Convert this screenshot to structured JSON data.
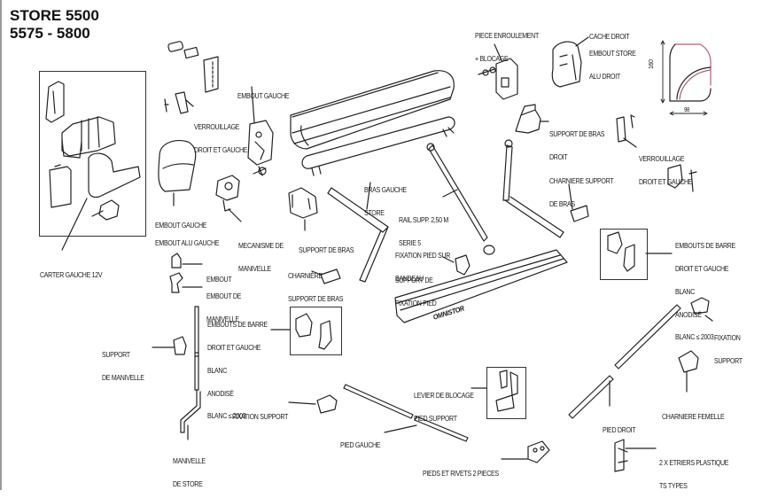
{
  "title": {
    "line1": "STORE 5500",
    "line2": "5575 - 5800"
  },
  "dimensions": {
    "height_label": "160",
    "width_label": "98"
  },
  "brand_mark": "OMNISTOR",
  "labels": {
    "verrouillage_gauche": [
      "VERROUILLAGE",
      "DROIT ET GAUCHE"
    ],
    "embout_gauche_top": [
      "EMBOUT GAUCHE"
    ],
    "embout_gauche": [
      "EMBOUT GAUCHE"
    ],
    "embout_alu_gauche": [
      "EMBOUT ALU GAUCHE"
    ],
    "mecanisme_manivelle": [
      "MECANISME DE",
      "MANIVELLE"
    ],
    "support_de_bras": [
      "SUPPORT DE BRAS"
    ],
    "carter_gauche": [
      "CARTER GAUCHE 12V"
    ],
    "bras_gauche": [
      "BRAS GAUCHE",
      "STORE"
    ],
    "rail_supp": [
      "RAIL SUPP. 2,50 M",
      "SERIE 5"
    ],
    "fixation_pied_bandeau": [
      "FIXATION PIED SUR",
      "BANDEAU"
    ],
    "support_fixation_pied": [
      "SUPPORT DE",
      "FIXATION PIED"
    ],
    "charniere_support_bras_left": [
      "CHARNIÈRE",
      "SUPPORT DE BRAS"
    ],
    "embout": [
      "EMBOUT"
    ],
    "embout_manivelle": [
      "EMBOUT DE",
      "MANIVELLE"
    ],
    "embouts_barre_left": [
      "EMBOUTS DE BARRE",
      "DROIT ET GAUCHE",
      "BLANC",
      "ANODISÉ",
      "BLANC ≤ 2003"
    ],
    "support_manivelle": [
      "SUPPORT",
      "DE MANIVELLE"
    ],
    "manivelle_store": [
      "MANIVELLE",
      "DE STORE"
    ],
    "fixation_support_left": [
      "FIXATION SUPPORT"
    ],
    "pied_gauche": [
      "PIED GAUCHE"
    ],
    "levier_blocage": [
      "LEVIER DE BLOCAGE",
      "PIED SUPPORT"
    ],
    "pieds_rivets": [
      "PIEDS ET RIVETS 2 PIECES"
    ],
    "piece_enroulement": [
      "PIECE ENROULEMENT",
      "+ BLOCAGE"
    ],
    "cache_droit": [
      "CACHE DROIT"
    ],
    "embout_store_alu_droit": [
      "EMBOUT STORE",
      "ALU DROIT"
    ],
    "support_bras_droit": [
      "SUPPORT DE BRAS",
      "DROIT"
    ],
    "verrouillage_droit": [
      "VERROUILLAGE",
      "DROIT ET GAUCHE"
    ],
    "charniere_support_bras_right": [
      "CHARNIERE SUPPORT",
      "DE BRAS"
    ],
    "embouts_barre_right": [
      "EMBOUTS DE BARRE",
      "DROIT ET GAUCHE",
      "BLANC",
      "ANODISÉ",
      "BLANC ≤ 2003"
    ],
    "fixation_support_right": [
      "FIXATION",
      "SUPPORT"
    ],
    "charniere_femelle": [
      "CHARNIERE FEMELLE"
    ],
    "pied_droit": [
      "PIED DROIT"
    ],
    "etriers": [
      "2 X ETRIERS PLASTIQUE",
      "TS TYPES"
    ]
  },
  "colors": {
    "line": "#222222",
    "profile_accent": "#b0607a",
    "border": "#9a9a9a"
  }
}
